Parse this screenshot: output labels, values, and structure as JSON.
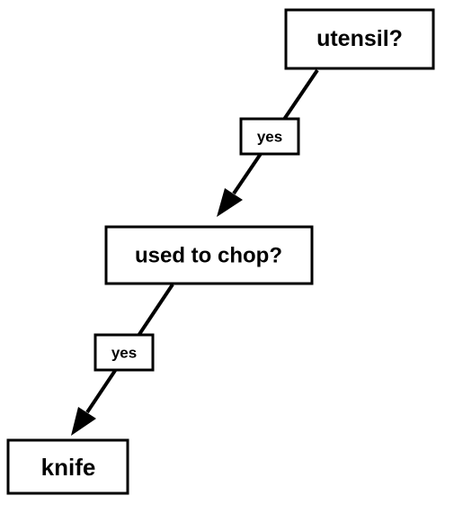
{
  "nodes": {
    "root": {
      "text": "utensil?"
    },
    "middle": {
      "text": "used to chop?"
    },
    "leaf": {
      "text": "knife"
    }
  },
  "edges": {
    "first": {
      "label": "yes"
    },
    "second": {
      "label": "yes"
    }
  }
}
